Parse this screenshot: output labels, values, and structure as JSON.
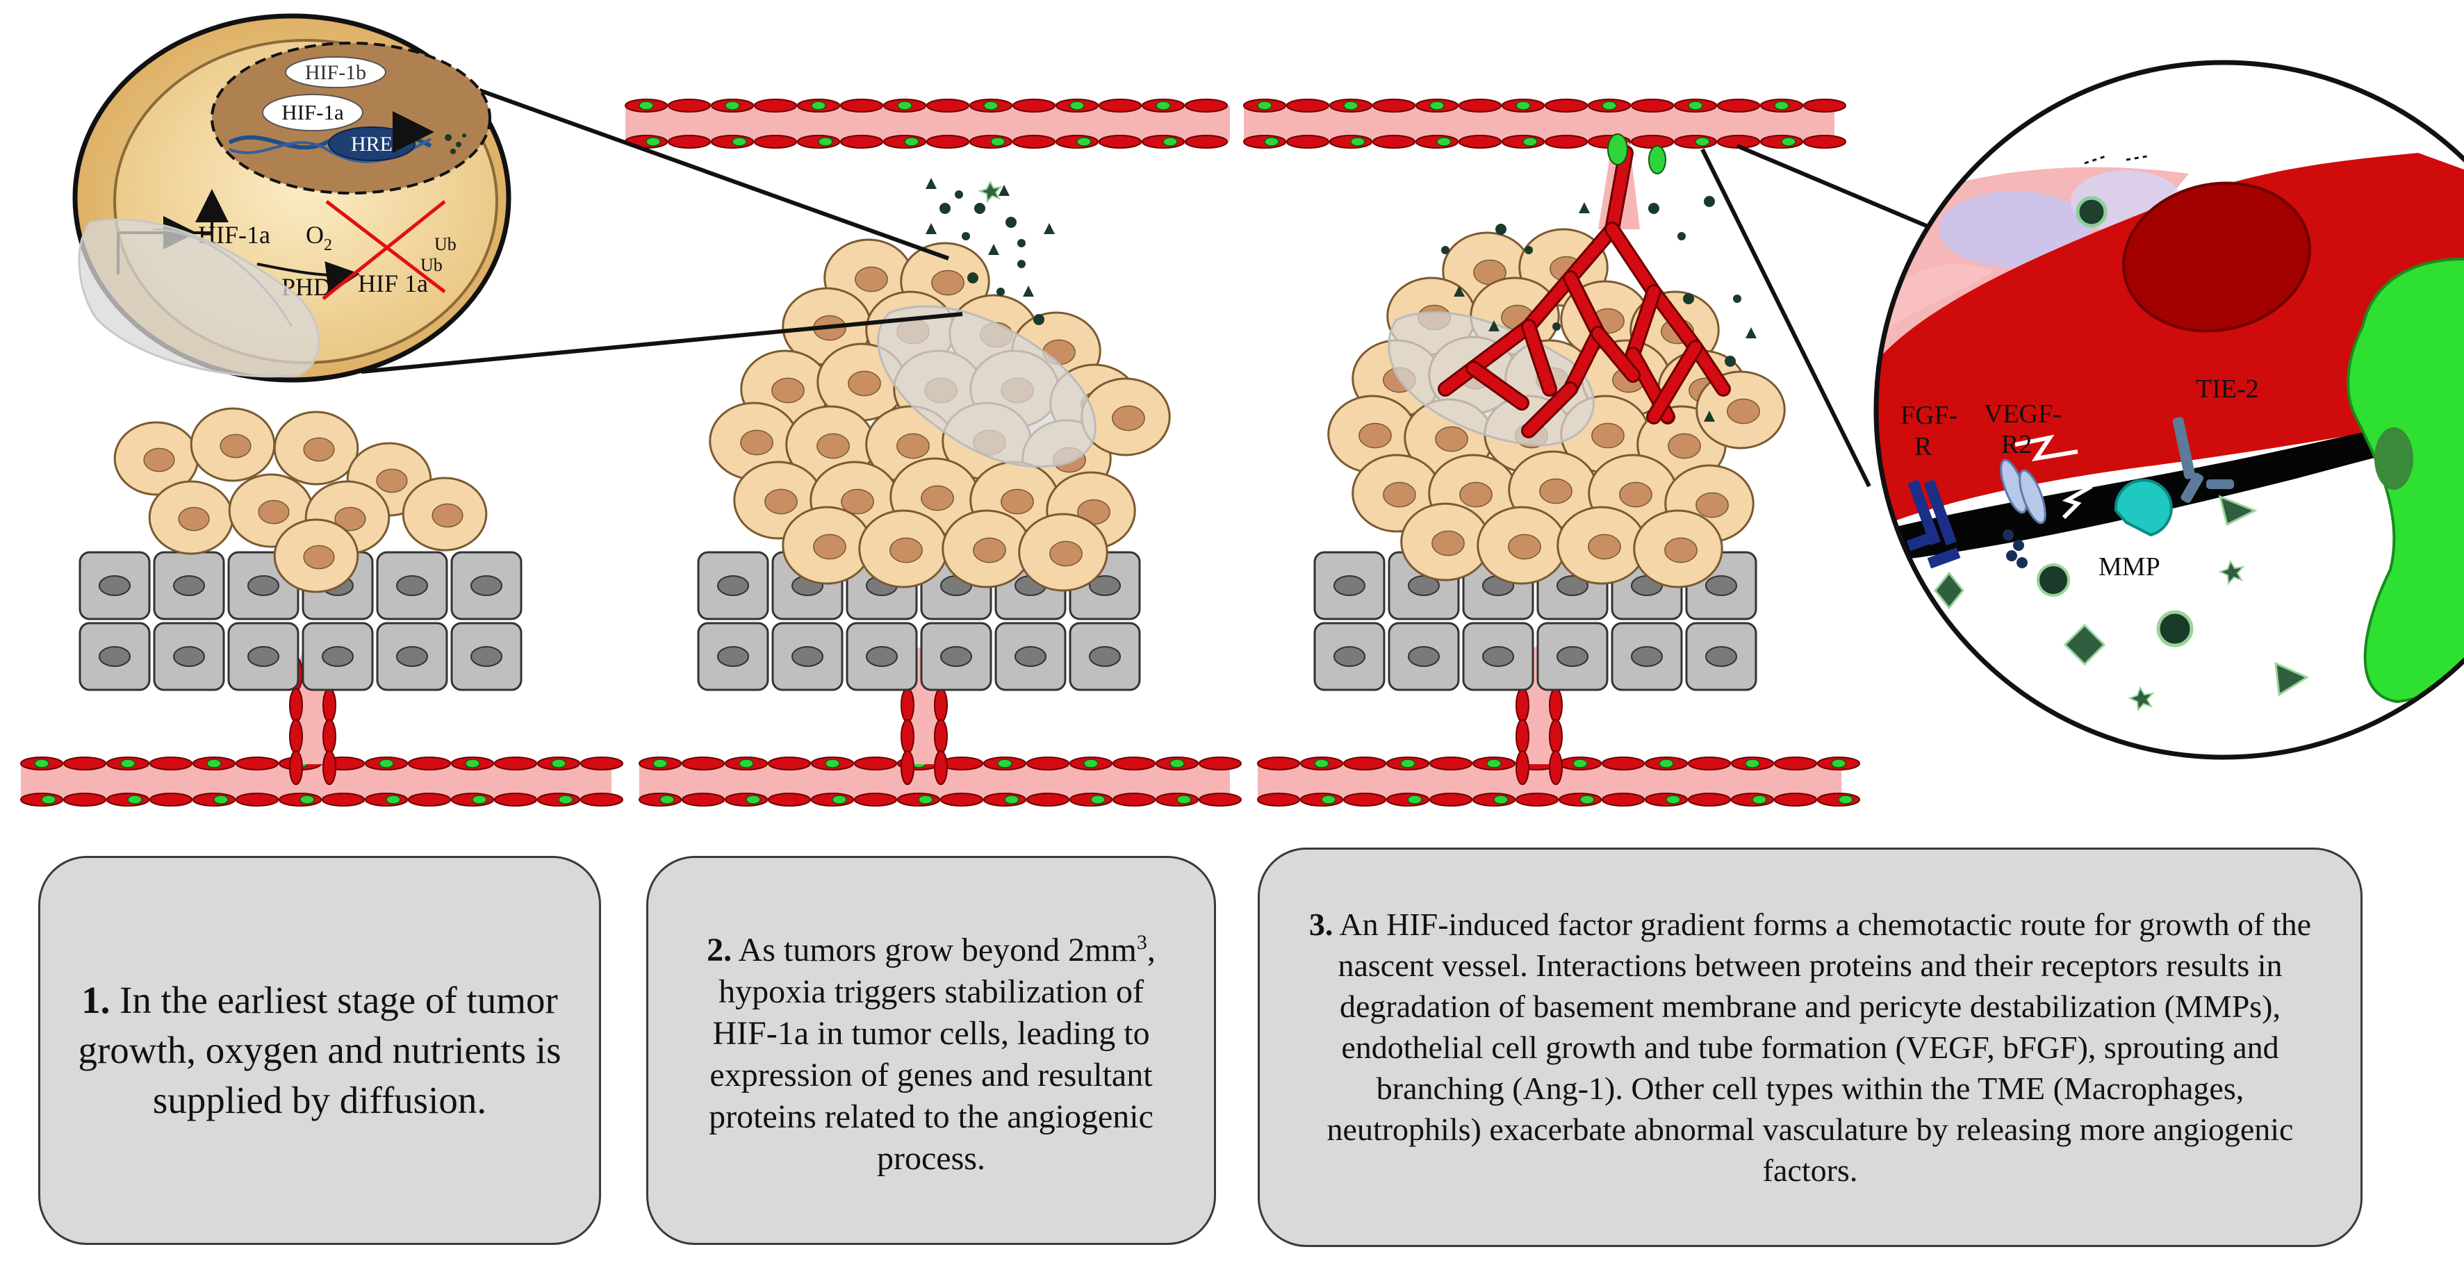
{
  "inset_left": {
    "hif1b": "HIF-1b",
    "hif1a_nucleus": "HIF-1a",
    "hre": "HRE",
    "hif1a_cytoplasm": "HIF-1a",
    "o2": "O",
    "o2_sub": "2",
    "phd": "PHD",
    "hif1a_degraded": "HIF 1a",
    "ub1": "Ub",
    "ub2": "Ub"
  },
  "inset_right": {
    "fgfr": "FGF-",
    "fgfr2": "R",
    "vegfr": "VEGF-",
    "vegfr2": "R2",
    "tie2": "TIE-2",
    "mmp": "MMP"
  },
  "captions": {
    "c1_num": "1.",
    "c1_text": " In the earliest stage of tumor growth, oxygen and nutrients is supplied by diffusion.",
    "c2_num": "2.",
    "c2_text_a": " As tumors grow beyond 2mm",
    "c2_sup": "3",
    "c2_text_b": ", hypoxia triggers stabilization of HIF-1a in tumor cells, leading to expression of genes and resultant proteins related to the angiogenic process.",
    "c3_num": "3.",
    "c3_text": "  An HIF-induced factor gradient forms a chemotactic route for growth of the nascent vessel. Interactions between proteins and their receptors results in degradation of basement membrane and pericyte destabilization (MMPs), endothelial cell growth and tube formation (VEGF, bFGF), sprouting and branching (Ang-1). Other cell types within the TME (Macrophages, neutrophils) exacerbate abnormal vasculature by releasing more angiogenic factors."
  },
  "colors": {
    "vessel_red": "#d40b12",
    "vessel_pink": "#f7b4b4",
    "pericyte_green": "#2fd43a",
    "tumor_cell": "#f5d6a8",
    "tumor_nucleus": "#c98f62",
    "epithelium": "#bfbfbf",
    "caption_bg": "#d9d9d9"
  }
}
